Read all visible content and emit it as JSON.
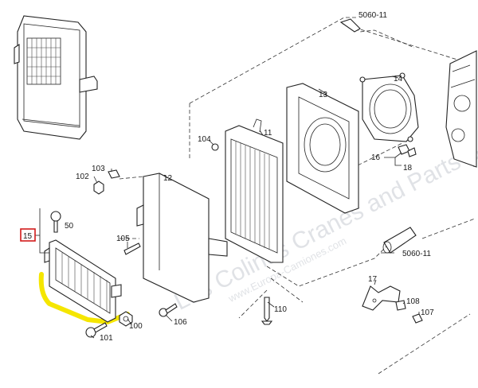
{
  "watermark": {
    "line1": "Las Colinas Cranes and Parts S.L.",
    "line2": "www.Europa-Camiones.com"
  },
  "labels": {
    "ref_top": "5060-11",
    "ref_bottom": "5060-11",
    "p11": "11",
    "p12": "12",
    "p13": "13",
    "p14": "14",
    "p15": "15",
    "p16": "16",
    "p17": "17",
    "p18": "18",
    "p50": "50",
    "p100": "100",
    "p101": "101",
    "p102": "102",
    "p103": "103",
    "p104": "104",
    "p105": "105",
    "p106": "106",
    "p107": "107",
    "p108": "108",
    "p110": "110"
  },
  "colors": {
    "highlight": "#f5e600",
    "selected_box": "#d21a1a"
  }
}
